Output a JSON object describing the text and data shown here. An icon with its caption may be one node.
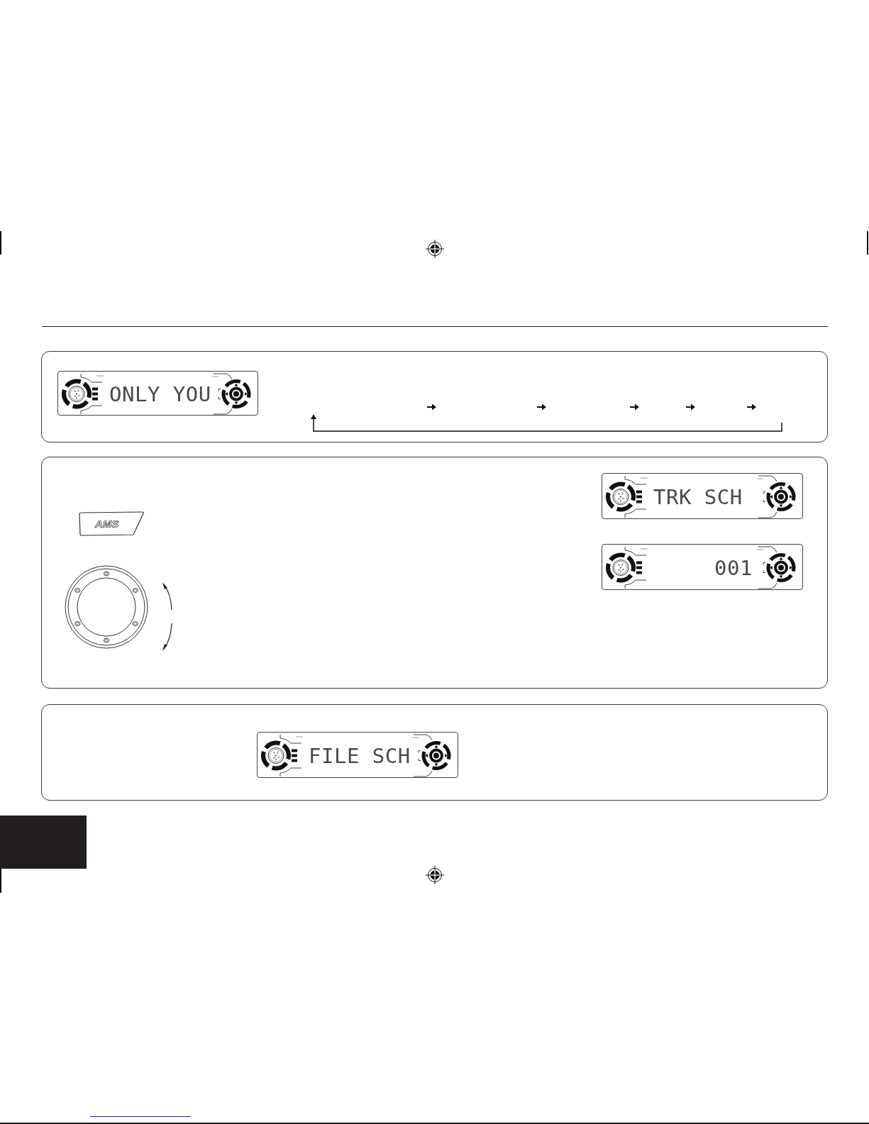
{
  "diagram": {
    "nodes": [
      {
        "text": [],
        "shape": "box"
      },
      {
        "text": [
          "ONLY YOU"
        ],
        "in": 0
      },
      {
        "text": [],
        "shape": "box"
      },
      {
        "text": [
          "AMS"
        ],
        "in": 2
      },
      {
        "text": [
          "TRK SCH"
        ],
        "in": 2
      },
      {
        "text": [
          "001"
        ],
        "in": 2
      },
      {
        "text": [],
        "shape": "box"
      },
      {
        "text": [
          "FILE SCH"
        ],
        "in": 6
      }
    ],
    "edges": []
  }
}
